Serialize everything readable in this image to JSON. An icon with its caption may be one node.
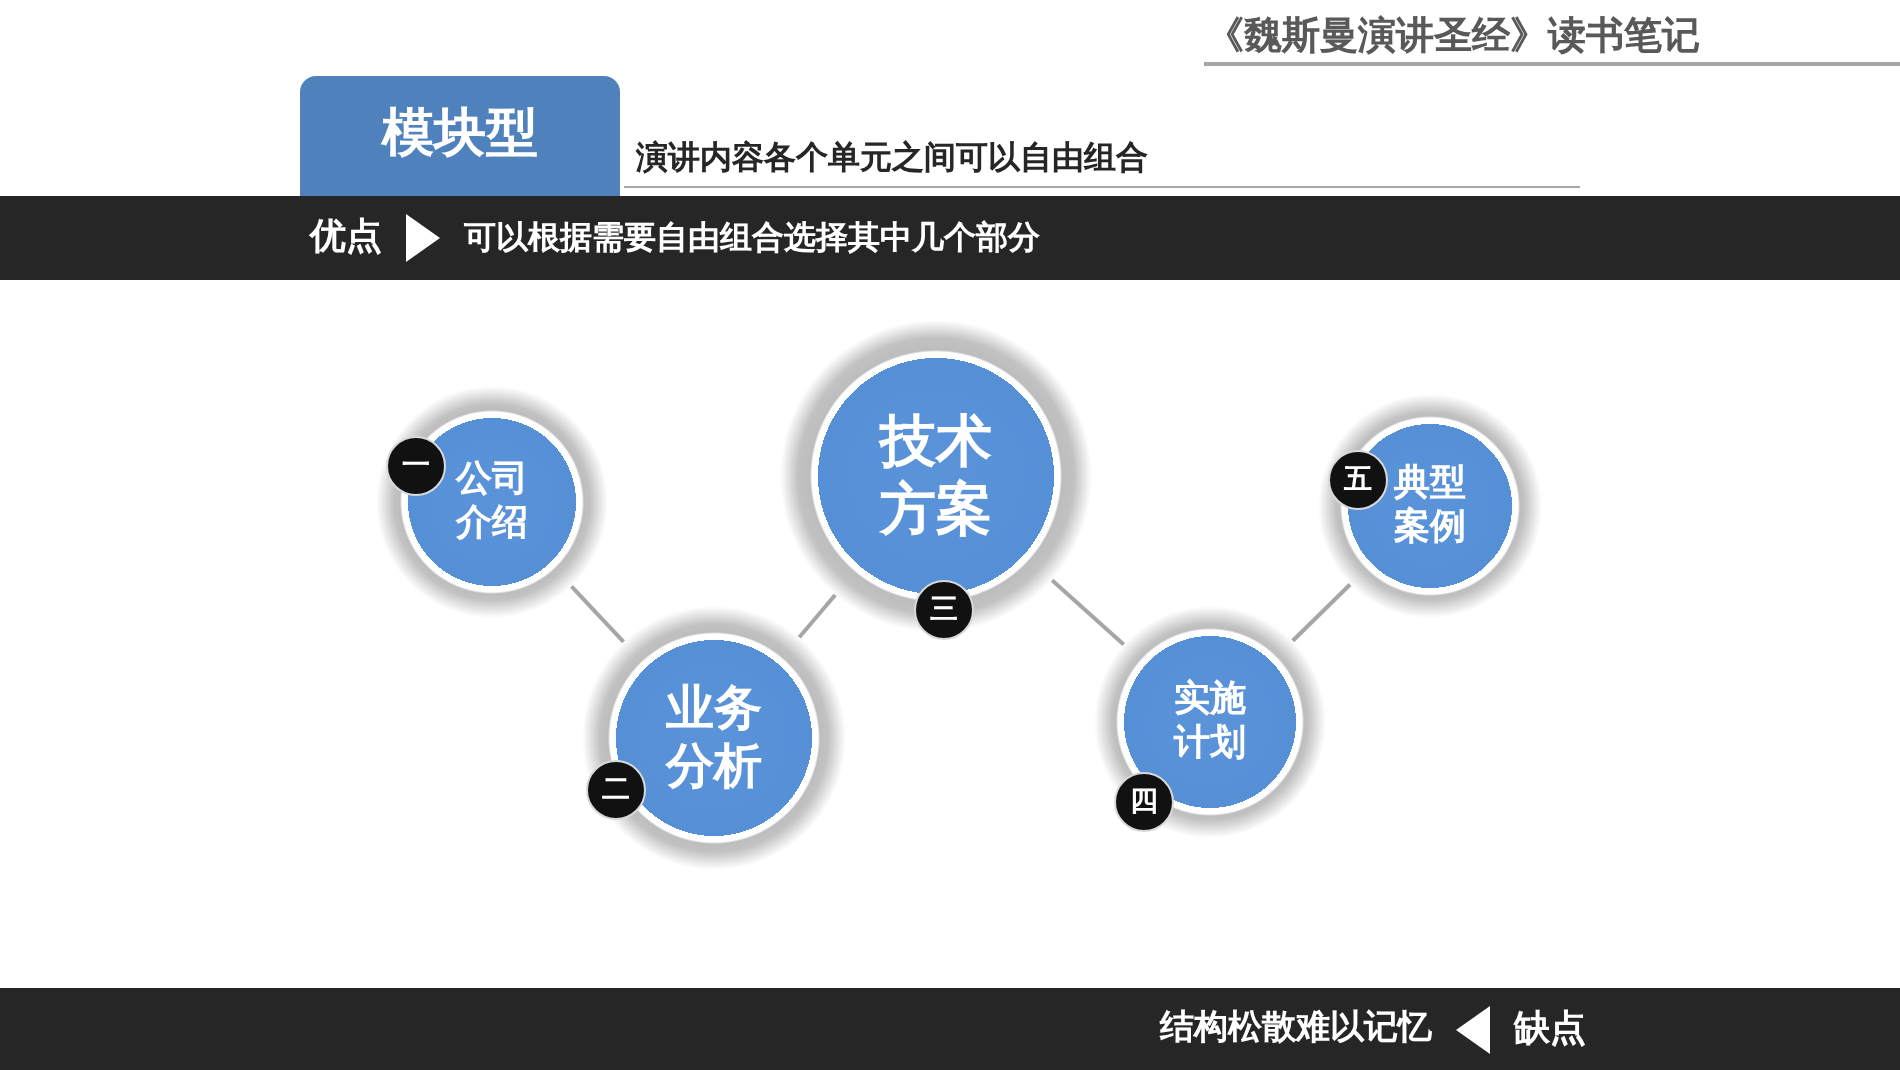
{
  "diagram": {
    "title": "《魏斯曼演讲圣经》读书笔记",
    "nodes": [
      {
        "text": [
          "模块型"
        ]
      },
      {
        "text": [
          "优点",
          "可以根据需要自由组合选择其中几个部分"
        ]
      },
      {
        "text": [
          "公司介绍"
        ]
      },
      {
        "text": [
          "一"
        ],
        "in": 2
      },
      {
        "text": [
          "业务分析"
        ]
      },
      {
        "text": [
          "二"
        ],
        "in": 4
      },
      {
        "text": [
          "技术方案"
        ]
      },
      {
        "text": [
          "三"
        ]
      },
      {
        "text": [
          "实施计划"
        ]
      },
      {
        "text": [
          "四"
        ],
        "in": 8
      },
      {
        "text": [
          "典型案例"
        ]
      },
      {
        "text": [
          "五"
        ],
        "in": 10
      },
      {
        "text": [
          "结构松散难以记忆",
          "缺点"
        ]
      }
    ],
    "edges": [
      {
        "from": 2,
        "to": 4,
        "arrow": "none"
      },
      {
        "from": 4,
        "to": 6,
        "arrow": "none"
      },
      {
        "from": 6,
        "to": 8,
        "arrow": "none"
      },
      {
        "from": 8,
        "to": 10,
        "arrow": "none"
      }
    ],
    "labels": [
      "演讲内容各个单元之间可以自由组合"
    ]
  }
}
